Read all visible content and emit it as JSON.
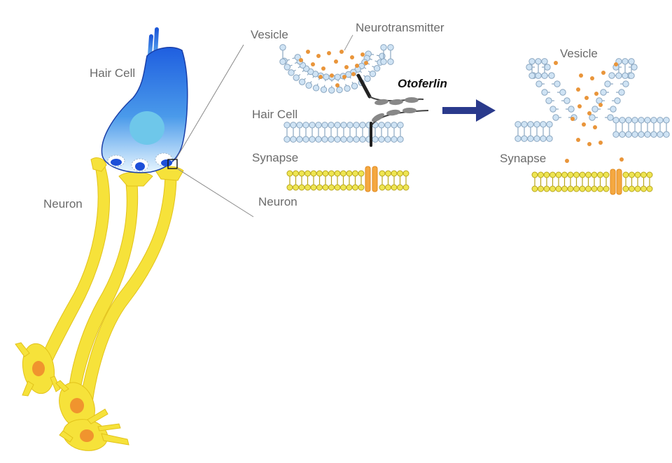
{
  "labels": {
    "hair_cell_left": "Hair Cell",
    "neuron_left": "Neuron",
    "vesicle_mid": "Vesicle",
    "neurotransmitter": "Neurotransmitter",
    "otoferlin": "Otoferlin",
    "hair_cell_mid": "Hair Cell",
    "synapse_mid": "Synapse",
    "neuron_mid": "Neuron",
    "vesicle_right": "Vesicle",
    "synapse_right": "Synapse"
  },
  "colors": {
    "hair_cell_blue": "#2a63e0",
    "nucleus": "#6ec7ea",
    "neuron_yellow": "#f6e23a",
    "neuron_nucleus": "#f0942e",
    "membrane_blue": "#cfe3f4",
    "membrane_yellow": "#eee552",
    "neurotransmitter": "#e9953a",
    "arrow": "#2a3a8c",
    "otoferlin": "#222222"
  },
  "icons": [
    "hair-cell-icon",
    "neuron-icon",
    "vesicle-icon",
    "membrane-icon",
    "otoferlin-protein-icon",
    "ion-channel-icon",
    "process-arrow-icon"
  ]
}
